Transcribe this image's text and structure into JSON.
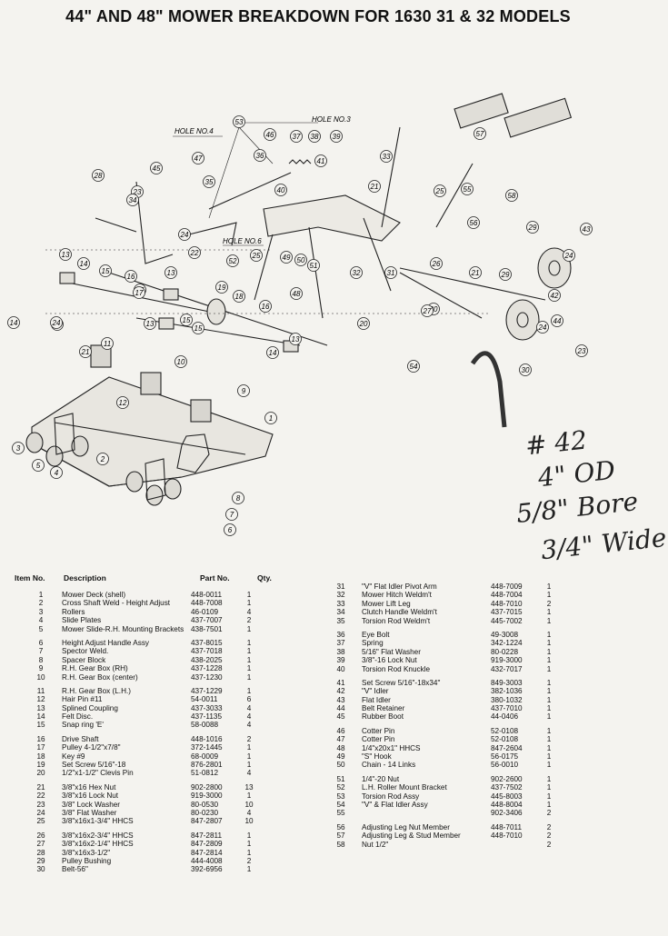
{
  "title": "44\" AND 48\" MOWER BREAKDOWN FOR 1630 31 & 32 MODELS",
  "diagram": {
    "hole_labels": [
      "HOLE NO.4",
      "HOLE NO.3",
      "HOLE NO.6"
    ],
    "callouts": [
      "1",
      "2",
      "3",
      "4",
      "5",
      "6",
      "7",
      "8",
      "9",
      "10",
      "11",
      "12",
      "13",
      "13",
      "13",
      "13",
      "14",
      "14",
      "14",
      "15",
      "15",
      "15",
      "15",
      "16",
      "16",
      "17",
      "18",
      "19",
      "20",
      "20",
      "21",
      "21",
      "21",
      "21",
      "22",
      "23",
      "23",
      "24",
      "24",
      "24",
      "24",
      "25",
      "25",
      "26",
      "27",
      "28",
      "29",
      "29",
      "30",
      "31",
      "32",
      "33",
      "34",
      "35",
      "36",
      "37",
      "38",
      "39",
      "40",
      "41",
      "42",
      "43",
      "44",
      "45",
      "46",
      "47",
      "48",
      "49",
      "50",
      "51",
      "52",
      "53",
      "54",
      "55",
      "56",
      "57",
      "58"
    ]
  },
  "handwritten": [
    "# 42",
    "4\" OD",
    "5/8\" Bore",
    "3/4\" Wide"
  ],
  "parts_headers": {
    "item_no": "Item No.",
    "description": "Description",
    "part_no": "Part No.",
    "qty": "Qty."
  },
  "parts_left": [
    [
      [
        "1",
        "Mower Deck (shell)",
        "448-0011",
        "1"
      ],
      [
        "2",
        "Cross Shaft Weld - Height Adjust",
        "448-7008",
        "1"
      ],
      [
        "3",
        "Rollers",
        "46-0109",
        "4"
      ],
      [
        "4",
        "Slide Plates",
        "437-7007",
        "2"
      ],
      [
        "5",
        "Mower Slide-R.H. Mounting Brackets",
        "438-7501",
        "1"
      ]
    ],
    [
      [
        "6",
        "Height Adjust Handle Assy",
        "437-8015",
        "1"
      ],
      [
        "7",
        "Spector Weld.",
        "437-7018",
        "1"
      ],
      [
        "8",
        "Spacer Block",
        "438-2025",
        "1"
      ],
      [
        "9",
        "R.H. Gear Box (RH)",
        "437-1228",
        "1"
      ],
      [
        "10",
        "R.H. Gear Box (center)",
        "437-1230",
        "1"
      ]
    ],
    [
      [
        "11",
        "R.H. Gear Box (L.H.)",
        "437-1229",
        "1"
      ],
      [
        "12",
        "Hair Pin #11",
        "54-0011",
        "6"
      ],
      [
        "13",
        "Splined Coupling",
        "437-3033",
        "4"
      ],
      [
        "14",
        "Felt Disc.",
        "437-1135",
        "4"
      ],
      [
        "15",
        "Snap ring 'E'",
        "58-0088",
        "4"
      ]
    ],
    [
      [
        "16",
        "Drive Shaft",
        "448-1016",
        "2"
      ],
      [
        "17",
        "Pulley 4-1/2\"x7/8\"",
        "372-1445",
        "1"
      ],
      [
        "18",
        "Key #9",
        "68-0009",
        "1"
      ],
      [
        "19",
        "Set Screw 5/16\"-18",
        "876-2801",
        "1"
      ],
      [
        "20",
        "1/2\"x1-1/2\" Clevis Pin",
        "51-0812",
        "4"
      ]
    ],
    [
      [
        "21",
        "3/8\"x16 Hex Nut",
        "902-2800",
        "13"
      ],
      [
        "22",
        "3/8\"x16 Lock Nut",
        "919-3000",
        "1"
      ],
      [
        "23",
        "3/8\" Lock Washer",
        "80-0530",
        "10"
      ],
      [
        "24",
        "3/8\" Flat Washer",
        "80-0230",
        "4"
      ],
      [
        "25",
        "3/8\"x16x1-3/4\" HHCS",
        "847-2807",
        "10"
      ]
    ],
    [
      [
        "26",
        "3/8\"x16x2-3/4\" HHCS",
        "847-2811",
        "1"
      ],
      [
        "27",
        "3/8\"x16x2-1/4\" HHCS",
        "847-2809",
        "1"
      ],
      [
        "28",
        "3/8\"x16x3-1/2\"",
        "847-2814",
        "1"
      ],
      [
        "29",
        "Pulley Bushing",
        "444-4008",
        "2"
      ],
      [
        "30",
        "Belt-56\"",
        "392-6956",
        "1"
      ]
    ]
  ],
  "parts_right": [
    [
      [
        "31",
        "\"V\" Flat Idler Pivot Arm",
        "448-7009",
        "1"
      ],
      [
        "32",
        "Mower Hitch Weldm't",
        "448-7004",
        "1"
      ],
      [
        "33",
        "Mower Lift Leg",
        "448-7010",
        "2"
      ],
      [
        "34",
        "Clutch Handle Weldm't",
        "437-7015",
        "1"
      ],
      [
        "35",
        "Torsion Rod Weldm't",
        "445-7002",
        "1"
      ]
    ],
    [
      [
        "36",
        "Eye Bolt",
        "49-3008",
        "1"
      ],
      [
        "37",
        "Spring",
        "342-1224",
        "1"
      ],
      [
        "38",
        "5/16\" Flat Washer",
        "80-0228",
        "1"
      ],
      [
        "39",
        "3/8\"-16 Lock Nut",
        "919-3000",
        "1"
      ],
      [
        "40",
        "Torsion Rod Knuckle",
        "432-7017",
        "1"
      ]
    ],
    [
      [
        "41",
        "Set Screw 5/16\"-18x34\"",
        "849-3003",
        "1"
      ],
      [
        "42",
        "\"V\" Idler",
        "382-1036",
        "1"
      ],
      [
        "43",
        "Flat Idler",
        "380-1032",
        "1"
      ],
      [
        "44",
        "Belt Retainer",
        "437-7010",
        "1"
      ],
      [
        "45",
        "Rubber Boot",
        "44-0406",
        "1"
      ]
    ],
    [
      [
        "46",
        "Cotter Pin",
        "52-0108",
        "1"
      ],
      [
        "47",
        "Cotter Pin",
        "52-0108",
        "1"
      ],
      [
        "48",
        "1/4\"x20x1\" HHCS",
        "847-2604",
        "1"
      ],
      [
        "49",
        "\"S\" Hook",
        "56-0175",
        "1"
      ],
      [
        "50",
        "Chain - 14 Links",
        "56-0010",
        "1"
      ]
    ],
    [
      [
        "51",
        "1/4\"-20 Nut",
        "902-2600",
        "1"
      ],
      [
        "52",
        "L.H. Roller Mount Bracket",
        "437-7502",
        "1"
      ],
      [
        "53",
        "Torsion Rod Assy",
        "445-8003",
        "1"
      ],
      [
        "54",
        "\"V\" & Flat Idler Assy",
        "448-8004",
        "1"
      ],
      [
        "55",
        "",
        "902-3406",
        "2"
      ]
    ],
    [
      [
        "56",
        "Adjusting Leg Nut Member",
        "448-7011",
        "2"
      ],
      [
        "57",
        "Adjusting Leg & Stud Member",
        "448-7010",
        "2"
      ],
      [
        "58",
        "Nut 1/2\"",
        "",
        "2"
      ]
    ]
  ]
}
